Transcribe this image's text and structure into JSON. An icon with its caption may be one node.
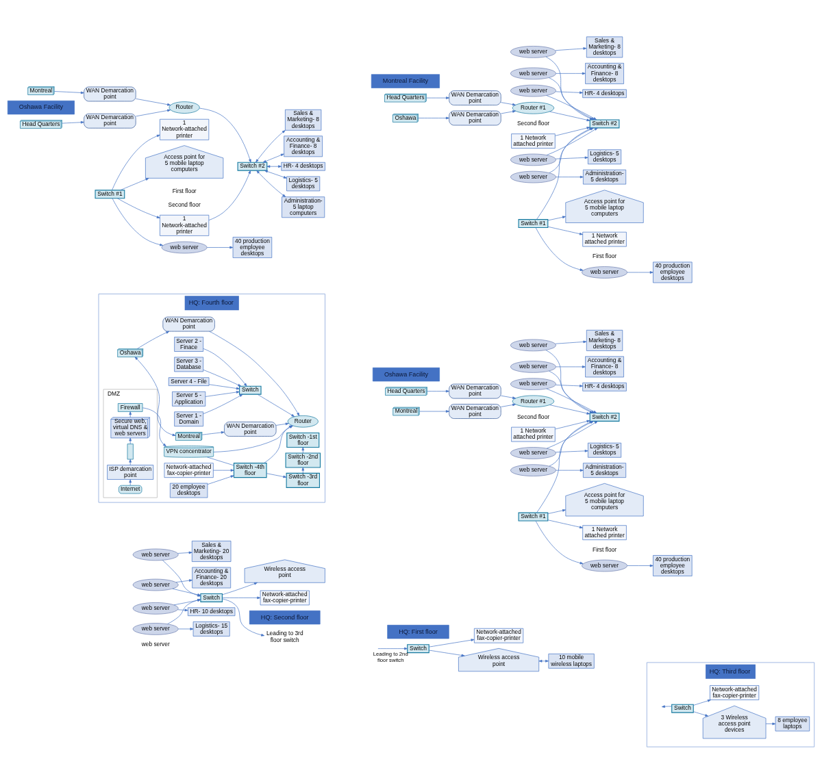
{
  "diagram": {
    "nodes": [
      {
        "text": [
          "Oshawa Facility"
        ]
      },
      {
        "text": [
          "Head Quarters"
        ]
      },
      {
        "text": [
          "Montreal"
        ]
      },
      {
        "text": [
          "WAN Demarcation point"
        ]
      },
      {
        "text": [
          "WAN Demarcation point"
        ]
      },
      {
        "text": [
          "Router #1"
        ]
      },
      {
        "text": [
          "1 Network attached printer"
        ]
      },
      {
        "text": [
          "Switch #2"
        ]
      },
      {
        "text": [
          "Sales & Marketing- 8 desktops"
        ]
      },
      {
        "text": [
          "web server"
        ]
      },
      {
        "text": [
          "Accounting & Finance- 8 desktops"
        ]
      },
      {
        "text": [
          "web server"
        ]
      },
      {
        "text": [
          "HR- 4 desktops"
        ]
      },
      {
        "text": [
          "web server"
        ]
      },
      {
        "text": [
          "Logistics- 5 desktops"
        ]
      },
      {
        "text": [
          "web server"
        ]
      },
      {
        "text": [
          "Administration- 5 desktops"
        ]
      },
      {
        "text": [
          "web server"
        ]
      },
      {
        "text": [
          "Switch #1"
        ]
      },
      {
        "text": [
          "web server"
        ]
      },
      {
        "text": [
          "40 production employee desktops"
        ]
      },
      {
        "text": [
          "Access point for 5 mobile laptop computers"
        ]
      },
      {
        "text": [
          "1 Network attached printer"
        ]
      },
      {
        "text": [
          "HQ: Second floor"
        ]
      },
      {
        "text": [
          "Leading to 3rd floor switch"
        ]
      },
      {
        "text": [
          "Wireless access point"
        ]
      },
      {
        "text": [
          "Switch"
        ]
      },
      {
        "text": [
          "Network-attached fax-copier-printer"
        ]
      },
      {
        "text": [
          "Sales & Marketing- 20 desktops"
        ]
      },
      {
        "text": [
          "web server"
        ]
      },
      {
        "text": [
          "Accounting & Finance- 20 desktops"
        ]
      },
      {
        "text": [
          "web server"
        ]
      },
      {
        "text": [
          "HR- 10 desktops"
        ]
      },
      {
        "text": [
          "web server"
        ]
      },
      {
        "text": [
          "Logistics- 15 desktops"
        ]
      },
      {
        "text": [
          "web server"
        ],
        "beside": [
          "web server"
        ]
      },
      {
        "text": [
          "HQ: Third floor"
        ]
      },
      {
        "text": [
          "Switch"
        ],
        "in": 36
      },
      {
        "text": [
          "3 Wireless access point devices"
        ],
        "in": 36
      },
      {
        "text": [
          "Network-attached fax-copier-printer"
        ],
        "in": 36
      },
      {
        "text": [
          "8 employee laptops"
        ],
        "in": 36
      },
      {
        "text": [
          "Montreal Facility"
        ]
      },
      {
        "text": [
          "Head Quarters"
        ]
      },
      {
        "text": [
          "Oshawa"
        ]
      },
      {
        "text": [
          "WAN Demarcation point"
        ]
      },
      {
        "text": [
          "WAN Demarcation point"
        ]
      },
      {
        "text": [
          "Router #1"
        ]
      },
      {
        "text": [
          "1 Network attached printer"
        ]
      },
      {
        "text": [
          "Switch #2"
        ]
      },
      {
        "text": [
          "Sales & Marketing- 8 desktops"
        ]
      },
      {
        "text": [
          "web server"
        ]
      },
      {
        "text": [
          "Accounting & Finance- 8 desktops"
        ]
      },
      {
        "text": [
          "web server"
        ]
      },
      {
        "text": [
          "HR- 4 desktops"
        ]
      },
      {
        "text": [
          "web server"
        ]
      },
      {
        "text": [
          "Logistics- 5 desktops"
        ]
      },
      {
        "text": [
          "web server"
        ]
      },
      {
        "text": [
          "Administration- 5 desktops"
        ]
      },
      {
        "text": [
          "web server"
        ]
      },
      {
        "text": [
          "Switch #1"
        ]
      },
      {
        "text": [
          "web server"
        ]
      },
      {
        "text": [
          "40 production employee desktops"
        ]
      },
      {
        "text": [
          "Access point for 5 mobile laptop computers"
        ]
      },
      {
        "text": [
          "1 Network attached printer"
        ]
      },
      {
        "text": [
          "HQ: First floor"
        ]
      },
      {
        "text": [
          "Switch"
        ]
      },
      {
        "text": [
          "Network-attached fax-copier-printer"
        ]
      },
      {
        "text": [
          "Wireless access point"
        ]
      },
      {
        "text": [
          "10 mobile wireless laptops"
        ]
      },
      {
        "text": [
          "HQ: Fourth floor"
        ]
      },
      {
        "text": [
          "DMZ"
        ],
        "in": 69
      },
      {
        "text": [
          "Internet"
        ],
        "in": 70
      },
      {
        "text": [
          "ISP demarcation point"
        ],
        "in": 70
      },
      {
        "text": [],
        "shape": "box",
        "in": 70
      },
      {
        "text": [
          "Secure web, virtual DNS & web servers"
        ],
        "in": 70
      },
      {
        "text": [
          "Firewall"
        ],
        "in": 70
      },
      {
        "text": [
          "Server 1 - Domain"
        ],
        "in": 69
      },
      {
        "text": [
          "Server 2 - Finace"
        ],
        "in": 69
      },
      {
        "text": [
          "Server 3 - Database"
        ],
        "in": 69
      },
      {
        "text": [
          "Server 4 - File"
        ],
        "in": 69
      },
      {
        "text": [
          "Server 5 - Application"
        ],
        "in": 69
      },
      {
        "text": [
          "Switch"
        ],
        "in": 69
      },
      {
        "text": [
          "Oshawa"
        ],
        "in": 69
      },
      {
        "text": [
          "WAN Demarcation point"
        ],
        "in": 69
      },
      {
        "text": [
          "Router"
        ],
        "in": 69
      },
      {
        "text": [
          "Montreal"
        ],
        "in": 69
      },
      {
        "text": [
          "WAN Demarcation point"
        ],
        "in": 69
      },
      {
        "text": [
          "VPN concentrator"
        ],
        "in": 69
      },
      {
        "text": [
          "Switch -4th floor"
        ],
        "in": 69
      },
      {
        "text": [
          "Switch -3rd floor"
        ],
        "in": 69
      },
      {
        "text": [
          "Switch -2nd floor"
        ],
        "in": 69
      },
      {
        "text": [
          "Switch -1st floor"
        ],
        "in": 69
      },
      {
        "text": [
          "Network-attached fax-copier-printer"
        ],
        "in": 69
      },
      {
        "text": [
          "20 employee desktops"
        ],
        "in": 69
      },
      {
        "text": [
          "Oshawa Facility"
        ]
      },
      {
        "text": [
          "Head Quarters"
        ]
      },
      {
        "text": [
          "Montreal"
        ]
      },
      {
        "text": [
          "WAN Demarcation point"
        ]
      },
      {
        "text": [
          "WAN Demarcation point"
        ]
      },
      {
        "text": [
          "Router"
        ]
      },
      {
        "text": [
          "1 Network-attached printer"
        ]
      },
      {
        "text": [
          "Switch #2"
        ]
      },
      {
        "text": [
          "Sales & Marketing- 8 desktops"
        ]
      },
      {
        "text": [
          "Accounting & Finance- 8 desktops"
        ]
      },
      {
        "text": [
          "HR- 4 desktops"
        ]
      },
      {
        "text": [
          "Logistics- 5 desktops"
        ]
      },
      {
        "text": [
          "Administration- 5 laptop computers"
        ]
      },
      {
        "text": [
          "Switch #1"
        ]
      },
      {
        "text": [
          "web server"
        ]
      },
      {
        "text": [
          "40 production employee desktops"
        ]
      },
      {
        "text": [
          "Access point for 5 mobile laptop computers"
        ]
      },
      {
        "text": [
          "1 Network-attached printer"
        ]
      }
    ],
    "edges": [
      {
        "from": 1,
        "to": 3,
        "arrow": "to"
      },
      {
        "from": 2,
        "to": 4,
        "arrow": "to"
      },
      {
        "from": 3,
        "to": 5,
        "arrow": "to"
      },
      {
        "from": 4,
        "to": 5,
        "arrow": "to"
      },
      {
        "from": 5,
        "to": 7,
        "arrow": "to"
      },
      {
        "from": 6,
        "to": 7,
        "arrow": "to"
      },
      {
        "from": 9,
        "to": 8,
        "arrow": "to"
      },
      {
        "from": 9,
        "to": 7,
        "arrow": "to"
      },
      {
        "from": 11,
        "to": 10,
        "arrow": "to"
      },
      {
        "from": 11,
        "to": 7,
        "arrow": "to"
      },
      {
        "from": 13,
        "to": 12,
        "arrow": "to"
      },
      {
        "from": 13,
        "to": 7,
        "arrow": "to"
      },
      {
        "from": 15,
        "to": 14,
        "arrow": "to"
      },
      {
        "from": 15,
        "to": 7,
        "arrow": "to"
      },
      {
        "from": 17,
        "to": 16,
        "arrow": "to"
      },
      {
        "from": 17,
        "to": 7,
        "arrow": "to"
      },
      {
        "from": 18,
        "to": 7,
        "arrow": "to"
      },
      {
        "from": 18,
        "to": 19,
        "arrow": "to"
      },
      {
        "from": 19,
        "to": 20,
        "arrow": "to"
      },
      {
        "from": 18,
        "to": 21,
        "arrow": "to"
      },
      {
        "from": 18,
        "to": 22,
        "arrow": "to"
      },
      {
        "from": 26,
        "to": 24,
        "arrow": "to"
      },
      {
        "from": 26,
        "to": 25,
        "arrow": "to"
      },
      {
        "from": 26,
        "to": 27,
        "arrow": "to"
      },
      {
        "from": 29,
        "to": 28,
        "arrow": "to"
      },
      {
        "from": 29,
        "to": 26,
        "arrow": "to"
      },
      {
        "from": 31,
        "to": 30,
        "arrow": "to"
      },
      {
        "from": 31,
        "to": 26,
        "arrow": "to"
      },
      {
        "from": 33,
        "to": 32,
        "arrow": "to"
      },
      {
        "from": 33,
        "to": 26,
        "arrow": "to"
      },
      {
        "from": 35,
        "to": 34,
        "arrow": "to"
      },
      {
        "from": 35,
        "to": 26,
        "arrow": "to"
      },
      {
        "from": 37,
        "to": null,
        "arrow": "to"
      },
      {
        "from": 37,
        "to": 38,
        "arrow": "to"
      },
      {
        "from": 37,
        "to": 39,
        "arrow": "to"
      },
      {
        "from": 38,
        "to": 40,
        "arrow": "to"
      },
      {
        "from": 42,
        "to": 44,
        "arrow": "to"
      },
      {
        "from": 43,
        "to": 45,
        "arrow": "to"
      },
      {
        "from": 44,
        "to": 46,
        "arrow": "to"
      },
      {
        "from": 45,
        "to": 46,
        "arrow": "to"
      },
      {
        "from": 46,
        "to": 48,
        "arrow": "to"
      },
      {
        "from": 47,
        "to": 48,
        "arrow": "to"
      },
      {
        "from": 50,
        "to": 49,
        "arrow": "to"
      },
      {
        "from": 50,
        "to": 48,
        "arrow": "to"
      },
      {
        "from": 52,
        "to": 51,
        "arrow": "to"
      },
      {
        "from": 52,
        "to": 48,
        "arrow": "to"
      },
      {
        "from": 54,
        "to": 53,
        "arrow": "to"
      },
      {
        "from": 54,
        "to": 48,
        "arrow": "to"
      },
      {
        "from": 56,
        "to": 55,
        "arrow": "to"
      },
      {
        "from": 56,
        "to": 48,
        "arrow": "to"
      },
      {
        "from": 58,
        "to": 57,
        "arrow": "to"
      },
      {
        "from": 58,
        "to": 48,
        "arrow": "to"
      },
      {
        "from": 59,
        "to": 48,
        "arrow": "to"
      },
      {
        "from": 59,
        "to": 60,
        "arrow": "to"
      },
      {
        "from": 60,
        "to": 61,
        "arrow": "to"
      },
      {
        "from": 59,
        "to": 62,
        "arrow": "to"
      },
      {
        "from": 59,
        "to": 63,
        "arrow": "to"
      },
      {
        "from": null,
        "to": 65,
        "arrow": "to",
        "label": "Leading to 2nd floor switch"
      },
      {
        "from": 65,
        "to": 66,
        "arrow": "to"
      },
      {
        "from": 65,
        "to": 67,
        "arrow": "to"
      },
      {
        "from": 67,
        "to": 68,
        "arrow": "both"
      },
      {
        "from": 71,
        "to": 72,
        "arrow": "to"
      },
      {
        "from": 72,
        "to": 73,
        "arrow": "to"
      },
      {
        "from": 73,
        "to": 74,
        "arrow": "to"
      },
      {
        "from": 74,
        "to": 75,
        "arrow": "to"
      },
      {
        "from": 75,
        "to": 87,
        "arrow": "to"
      },
      {
        "from": 87,
        "to": 84,
        "arrow": "to"
      },
      {
        "from": 76,
        "to": 81,
        "arrow": "to"
      },
      {
        "from": 77,
        "to": 81,
        "arrow": "to"
      },
      {
        "from": 78,
        "to": 81,
        "arrow": "to"
      },
      {
        "from": 79,
        "to": 81,
        "arrow": "to"
      },
      {
        "from": 80,
        "to": 81,
        "arrow": "to"
      },
      {
        "from": 81,
        "to": 84,
        "arrow": "to"
      },
      {
        "from": 82,
        "to": 83,
        "arrow": "to"
      },
      {
        "from": 83,
        "to": 84,
        "arrow": "to"
      },
      {
        "from": 85,
        "to": 86,
        "arrow": "to"
      },
      {
        "from": 86,
        "to": 84,
        "arrow": "to"
      },
      {
        "from": 82,
        "to": 85,
        "arrow": "both"
      },
      {
        "from": 88,
        "to": 84,
        "arrow": "to"
      },
      {
        "from": 87,
        "to": 88,
        "arrow": "none"
      },
      {
        "from": 88,
        "to": 89,
        "arrow": "to"
      },
      {
        "from": 89,
        "to": 90,
        "arrow": "to"
      },
      {
        "from": 90,
        "to": 91,
        "arrow": "to"
      },
      {
        "from": 92,
        "to": 88,
        "arrow": "to"
      },
      {
        "from": 93,
        "to": 88,
        "arrow": "to"
      },
      {
        "from": 95,
        "to": 97,
        "arrow": "to"
      },
      {
        "from": 96,
        "to": 98,
        "arrow": "to"
      },
      {
        "from": 97,
        "to": 99,
        "arrow": "to"
      },
      {
        "from": 98,
        "to": 99,
        "arrow": "to"
      },
      {
        "from": 99,
        "to": 101,
        "arrow": "to"
      },
      {
        "from": 100,
        "to": 101,
        "arrow": "to"
      },
      {
        "from": 107,
        "to": 100,
        "arrow": "to"
      },
      {
        "from": 101,
        "to": 102,
        "arrow": "both"
      },
      {
        "from": 101,
        "to": 103,
        "arrow": "both"
      },
      {
        "from": 101,
        "to": 104,
        "arrow": "both"
      },
      {
        "from": 101,
        "to": 105,
        "arrow": "both"
      },
      {
        "from": 101,
        "to": 106,
        "arrow": "both"
      },
      {
        "from": 107,
        "to": 108,
        "arrow": "to"
      },
      {
        "from": 108,
        "to": 109,
        "arrow": "to"
      },
      {
        "from": 107,
        "to": 110,
        "arrow": "to"
      },
      {
        "from": 107,
        "to": 111,
        "arrow": "to"
      }
    ],
    "labels": [
      "Second floor",
      "First floor",
      "Second floor",
      "First floor",
      "Second floor",
      "First floor"
    ]
  }
}
